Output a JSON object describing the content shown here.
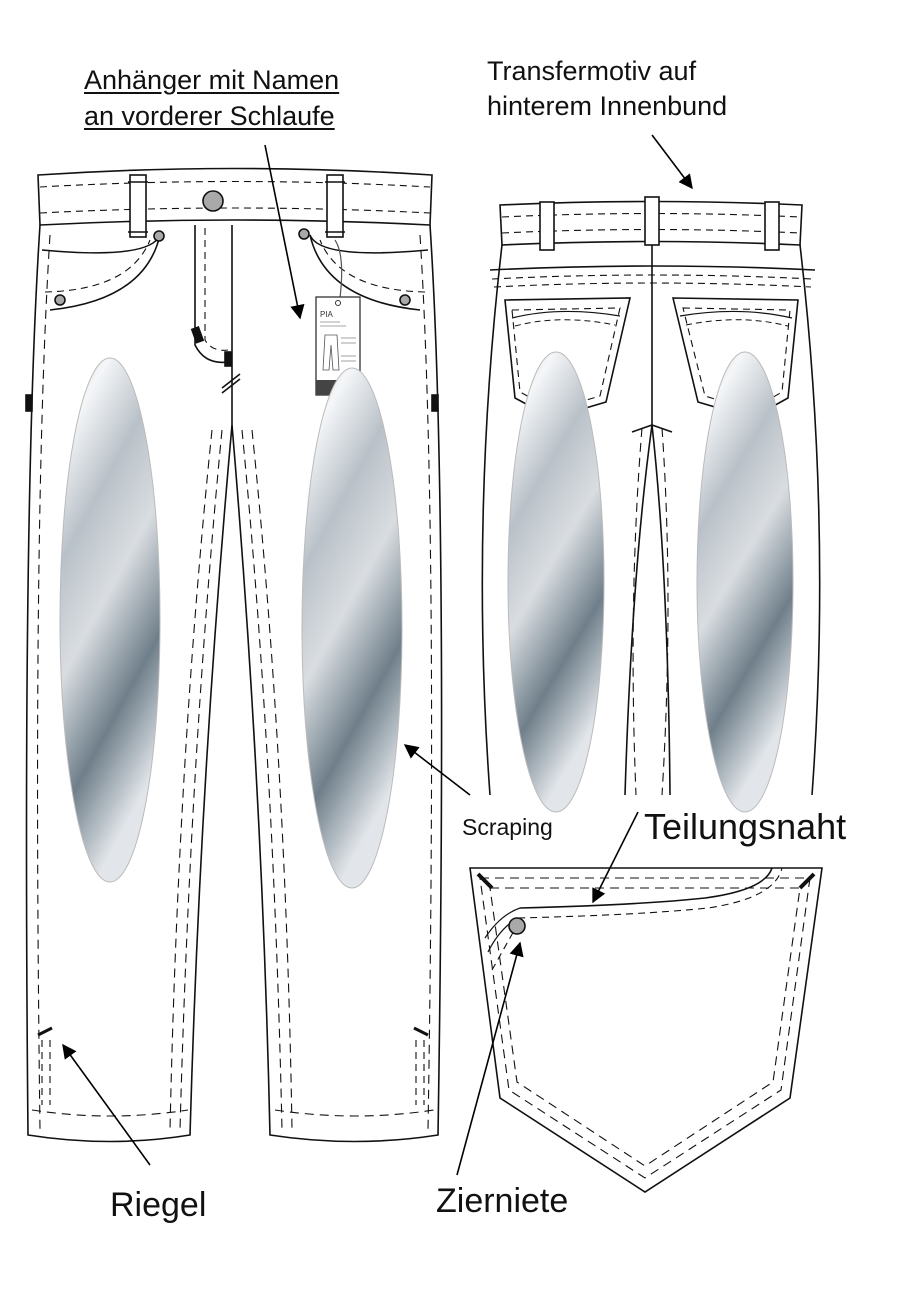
{
  "labels": {
    "tag_line1": "Anhänger mit Namen",
    "tag_line2": "an vorderer Schlaufe",
    "transfer_line1": "Transfermotiv auf",
    "transfer_line2": "hinterem Innenbund",
    "scraping": "Scraping",
    "teilungsnaht": "Teilungsnaht",
    "riegel": "Riegel",
    "zierniete": "Zierniete"
  },
  "hangtag": {
    "brand": "PIA"
  },
  "colors": {
    "line": "#111111",
    "scrape_light": "#f4f6f8",
    "scrape_dark": "#6f7f8a",
    "rivet": "#a9a9a9"
  }
}
